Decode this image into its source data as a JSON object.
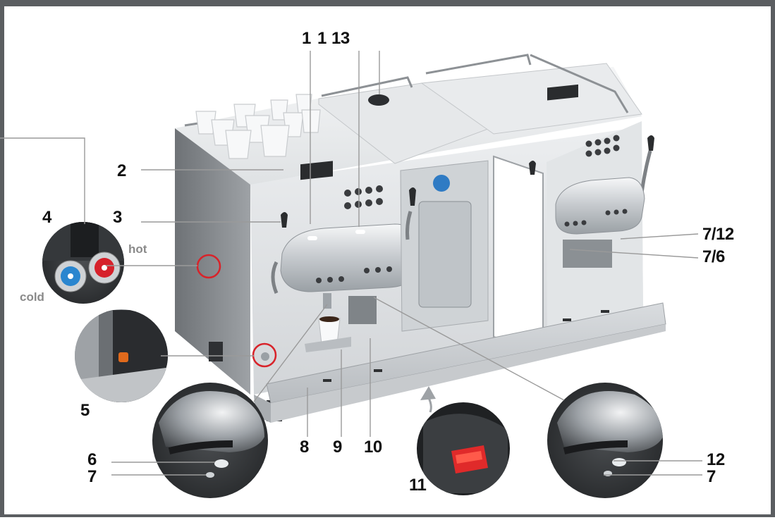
{
  "callouts": {
    "top_1a": "1",
    "top_1b": "1",
    "top_13": "13",
    "c2": "2",
    "c3": "3",
    "c4": "4",
    "c5": "5",
    "c6": "6",
    "c7_left": "7",
    "c8": "8",
    "c9": "9",
    "c10": "10",
    "c11": "11",
    "c12": "12",
    "c7_right": "7",
    "c7_12": "7/12",
    "c7_6": "7/6"
  },
  "labels": {
    "hot": "hot",
    "cold": "cold"
  },
  "colors": {
    "frame": "#5b5e61",
    "machine_body": "#dcdfe1",
    "panel_dark": "#7b7f83",
    "hot_knob": "#d6212b",
    "cold_knob": "#2a86cf",
    "highlight_ring": "#d8232a",
    "switch_red": "#e02a2a"
  }
}
